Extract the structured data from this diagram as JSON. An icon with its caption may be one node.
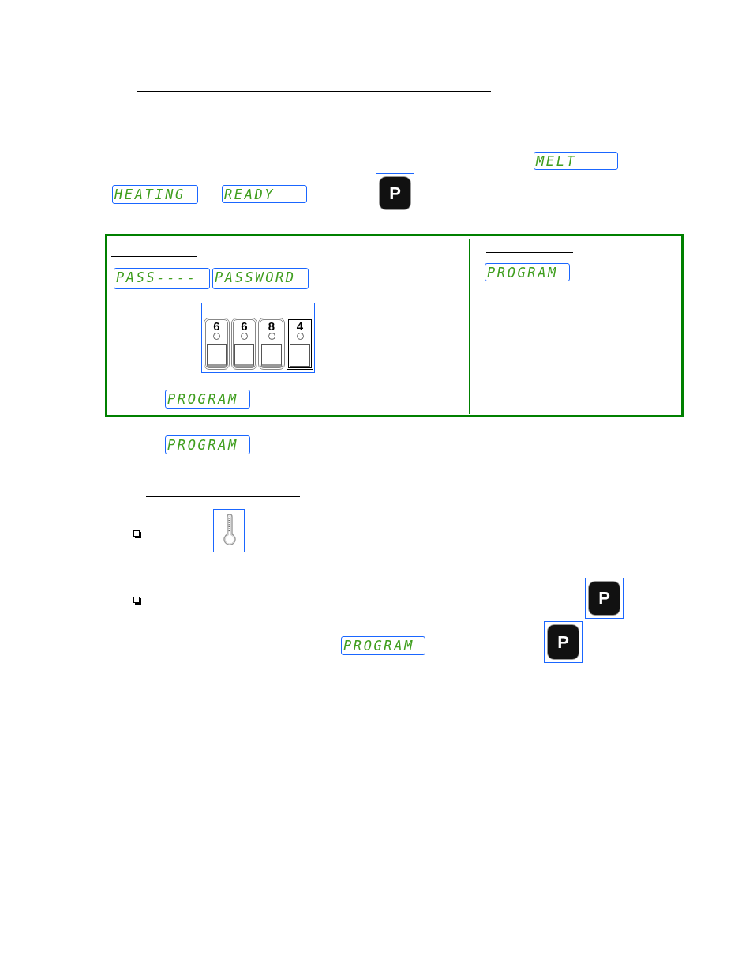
{
  "diagram": {
    "nodes": [
      {
        "text": [
          "MELT"
        ]
      },
      {
        "text": [
          "HEATING"
        ]
      },
      {
        "text": [
          "READY"
        ]
      },
      {
        "text": [
          "P"
        ]
      },
      {
        "text": [],
        "shape": "box"
      },
      {
        "text": [
          "PASS----"
        ],
        "in": 4
      },
      {
        "text": [
          "PASSWORD"
        ],
        "in": 4
      },
      {
        "text": [],
        "shape": "box",
        "in": 4
      },
      {
        "text": [
          "6"
        ],
        "in": 7
      },
      {
        "text": [
          "6"
        ],
        "in": 7
      },
      {
        "text": [
          "8"
        ],
        "in": 7
      },
      {
        "text": [
          "4"
        ],
        "in": 7
      },
      {
        "text": [
          "PROGRAM"
        ],
        "in": 4
      },
      {
        "text": [
          "PROGRAM"
        ],
        "in": 4
      },
      {
        "text": [
          "PROGRAM"
        ]
      },
      {
        "text": [],
        "shape": "picture"
      },
      {
        "text": [
          "P"
        ]
      },
      {
        "text": [
          "PROGRAM"
        ]
      },
      {
        "text": [
          "P"
        ]
      }
    ]
  }
}
